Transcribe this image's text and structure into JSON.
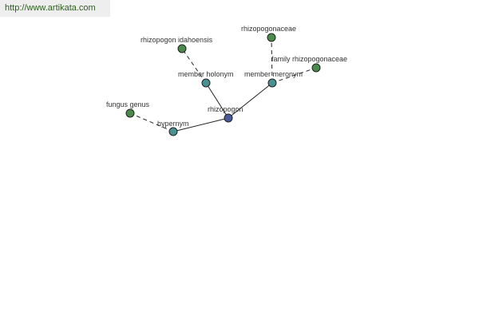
{
  "site": {
    "url_text": "http://www.artikata.com"
  },
  "colors": {
    "root": "#4a5a9a",
    "relation": "#4a9090",
    "leaf": "#4a8a4a"
  },
  "graph": {
    "nodes": [
      {
        "id": "rhizopogon",
        "label": "rhizopogon",
        "kind": "root"
      },
      {
        "id": "hypernym",
        "label": "hypernym",
        "kind": "relation"
      },
      {
        "id": "member-holonym",
        "label": "member holonym",
        "kind": "relation"
      },
      {
        "id": "member-meronym",
        "label": "member meronym",
        "kind": "relation"
      },
      {
        "id": "fungus-genus",
        "label": "fungus genus",
        "kind": "leaf"
      },
      {
        "id": "rhizopogon-idahoensis",
        "label": "rhizopogon idahoensis",
        "kind": "leaf"
      },
      {
        "id": "rhizopogonaceae",
        "label": "rhizopogonaceae",
        "kind": "leaf"
      },
      {
        "id": "family-rhizopogonaceae",
        "label": "family rhizopogonaceae",
        "kind": "leaf"
      }
    ],
    "edges": [
      {
        "from": "rhizopogon",
        "to": "hypernym",
        "style": "solid"
      },
      {
        "from": "rhizopogon",
        "to": "member-holonym",
        "style": "solid"
      },
      {
        "from": "rhizopogon",
        "to": "member-meronym",
        "style": "solid"
      },
      {
        "from": "hypernym",
        "to": "fungus-genus",
        "style": "dashed"
      },
      {
        "from": "member-holonym",
        "to": "rhizopogon-idahoensis",
        "style": "dashed"
      },
      {
        "from": "member-meronym",
        "to": "rhizopogonaceae",
        "style": "dashed"
      },
      {
        "from": "member-meronym",
        "to": "family-rhizopogonaceae",
        "style": "dashed"
      }
    ]
  }
}
